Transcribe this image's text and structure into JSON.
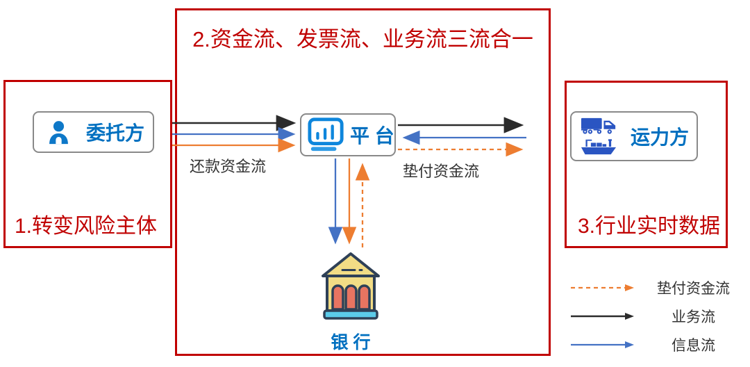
{
  "boxes": {
    "left": {
      "label": "1.转变风险主体"
    },
    "center": {
      "title": "2.资金流、发票流、业务流三流合一"
    },
    "right": {
      "label": "3.行业实时数据"
    }
  },
  "entities": {
    "client": {
      "label": "委托方",
      "icon": "person-icon"
    },
    "platform": {
      "label": "平 台",
      "icon": "bar-chart-monitor-icon"
    },
    "carrier": {
      "label": "运力方",
      "icons": [
        "truck-icon",
        "ship-icon"
      ]
    },
    "bank": {
      "label": "银  行",
      "icon": "bank-building-icon"
    }
  },
  "flow_labels": {
    "repayment": "还款资金流",
    "advance": "垫付资金流"
  },
  "arrows": [
    {
      "from": "client",
      "to": "platform",
      "color": "#2B2B2B",
      "style": "solid"
    },
    {
      "from": "client",
      "to": "platform",
      "color": "#4472C4",
      "style": "solid"
    },
    {
      "from": "client",
      "to": "platform",
      "color": "#ED7D31",
      "style": "solid",
      "nearby_label": "还款资金流"
    },
    {
      "from": "platform",
      "to": "carrier",
      "color": "#2B2B2B",
      "style": "solid"
    },
    {
      "from": "carrier",
      "to": "platform",
      "color": "#4472C4",
      "style": "solid"
    },
    {
      "from": "platform",
      "to": "carrier",
      "color": "#ED7D31",
      "style": "dashed",
      "nearby_label": "垫付资金流"
    },
    {
      "from": "platform",
      "to": "bank",
      "color": "#4472C4",
      "style": "solid"
    },
    {
      "from": "platform",
      "to": "bank",
      "color": "#ED7D31",
      "style": "solid"
    },
    {
      "from": "bank",
      "to": "platform",
      "color": "#ED7D31",
      "style": "dashed"
    }
  ],
  "legend": {
    "items": [
      {
        "label": "垫付资金流",
        "style": "dashed",
        "color": "#ED7D31"
      },
      {
        "label": "业务流",
        "style": "solid",
        "color": "#2B2B2B"
      },
      {
        "label": "信息流",
        "style": "solid",
        "color": "#4472C4"
      }
    ]
  },
  "colors": {
    "frame_red": "#C00000",
    "entity_blue": "#0070C0",
    "arrow_blue": "#4472C4",
    "arrow_orange": "#ED7D31",
    "arrow_black": "#2B2B2B",
    "card_border": "#898989",
    "bank_outline": "#2E4057",
    "bank_roof": "#F2DC85",
    "bank_column": "#E87461",
    "bank_base": "#5BCBEA"
  }
}
